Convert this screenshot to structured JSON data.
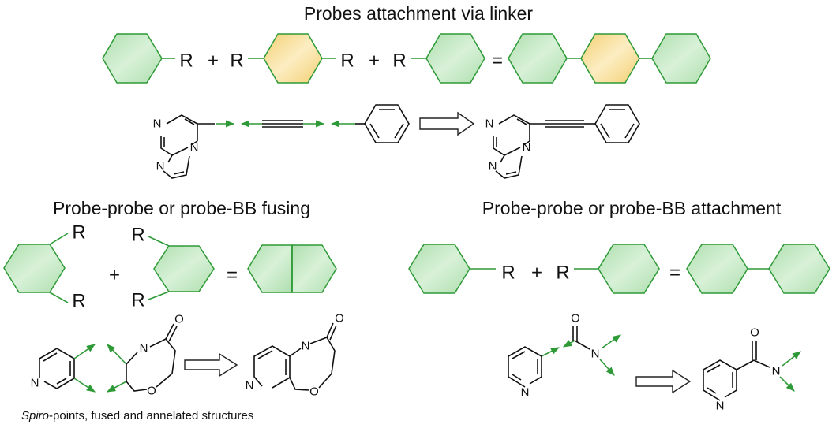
{
  "colors": {
    "ring_green_fill": "#c2e8c2",
    "ring_green_stroke": "#2e9a37",
    "ring_yellow_fill": "#f8dd94",
    "ring_yellow_stroke": "#2e9a37",
    "arrow_green": "#2e9a37"
  },
  "section_linker": {
    "title": "Probes attachment via linker",
    "r1": "R",
    "plus1": "+",
    "r2": "R",
    "r3": "R",
    "plus2": "+",
    "r4": "R",
    "equals": "="
  },
  "section_fusing": {
    "title": "Probe-probe or probe-BB fusing",
    "r1": "R",
    "r2": "R",
    "plus": "+",
    "r3": "R",
    "r4": "R",
    "equals": "="
  },
  "section_attachment": {
    "title": "Probe-probe or probe-BB attachment",
    "r1": "R",
    "plus": "+",
    "r2": "R",
    "equals": "="
  },
  "atoms": {
    "N": "N",
    "O": "O"
  },
  "caption": {
    "italic": "Spiro",
    "rest": "-points, fused and annelated structures"
  }
}
